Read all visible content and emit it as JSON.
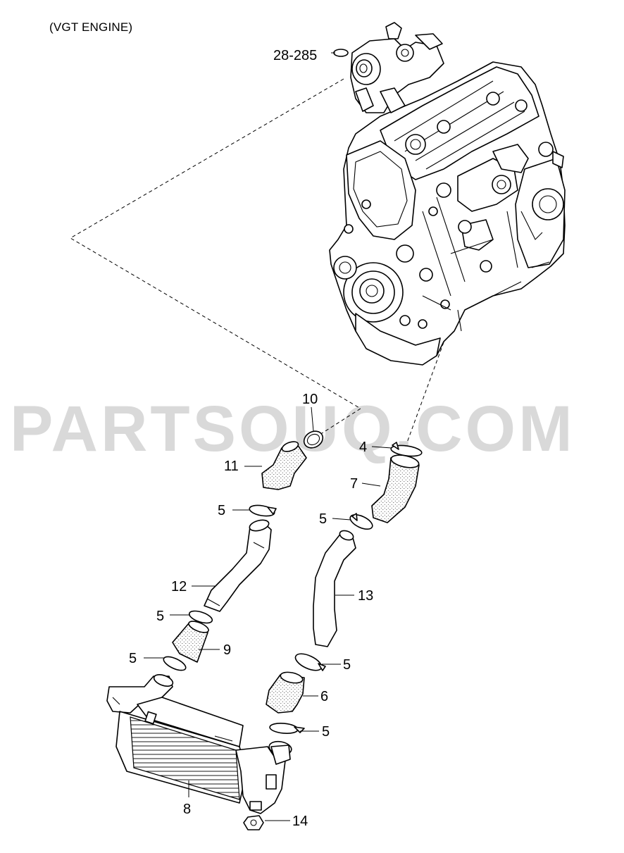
{
  "caption": "(VGT ENGINE)",
  "watermark": "PARTSOUQ.COM",
  "callouts": {
    "turbo_ref": "28-285",
    "c10": "10",
    "c4": "4",
    "c11": "11",
    "c7": "7",
    "c5a": "5",
    "c5b": "5",
    "c12": "12",
    "c13": "13",
    "c5c": "5",
    "c9": "9",
    "c5d": "5",
    "c5e": "5",
    "c6": "6",
    "c5f": "5",
    "c8": "8",
    "c14": "14"
  }
}
